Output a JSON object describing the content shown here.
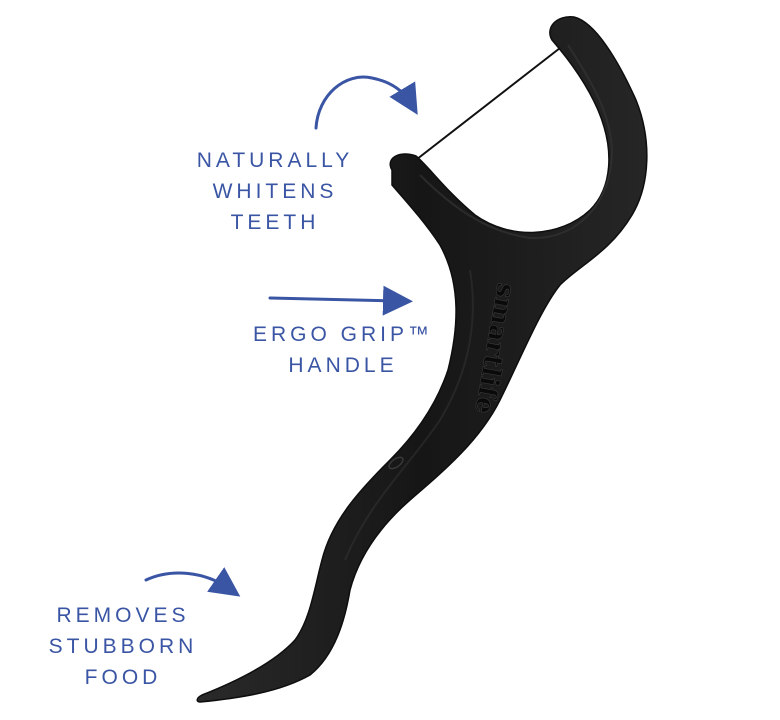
{
  "product": {
    "brand_emboss": "smartlife",
    "body_color": "#1c1c1c",
    "accent_color": "#3a55a4"
  },
  "callouts": {
    "whitens": {
      "lines": [
        "NATURALLY",
        "WHITENS",
        "TEETH"
      ],
      "arrow_icon": "curved-arrow-icon"
    },
    "grip": {
      "lines": [
        "ERGO GRIP™",
        "HANDLE"
      ],
      "arrow_icon": "straight-arrow-icon"
    },
    "removes": {
      "lines": [
        "REMOVES",
        "STUBBORN",
        "FOOD"
      ],
      "arrow_icon": "curved-arrow-icon"
    }
  }
}
